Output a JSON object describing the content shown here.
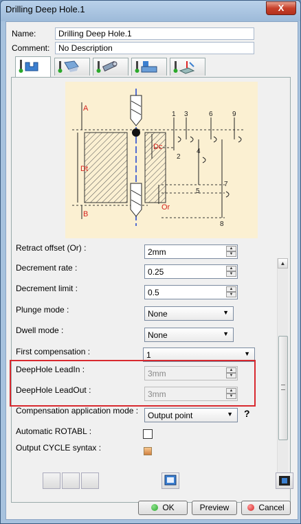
{
  "window": {
    "title": "Drilling Deep Hole.1",
    "close_label": "X"
  },
  "form": {
    "name_label": "Name:",
    "name_value": "Drilling Deep Hole.1",
    "comment_label": "Comment:",
    "comment_value": "No Description"
  },
  "tabs": [
    {
      "icon": "strategy-tab-icon"
    },
    {
      "icon": "geometry-tab-icon"
    },
    {
      "icon": "tool-tab-icon"
    },
    {
      "icon": "feeds-speeds-tab-icon"
    },
    {
      "icon": "macros-tab-icon"
    }
  ],
  "diagram": {
    "labels": {
      "a": "A",
      "b": "B",
      "dt": "Dt",
      "dc": "Dc",
      "or": "Or",
      "n1": "1",
      "n2": "2",
      "n3": "3",
      "n4": "4",
      "n5": "5",
      "n6": "6",
      "n7": "7",
      "n8": "8",
      "n9": "9"
    }
  },
  "params": {
    "retract_offset": {
      "label": "Retract offset (Or) :",
      "value": "2mm"
    },
    "decrement_rate": {
      "label": "Decrement rate :",
      "value": "0.25"
    },
    "decrement_limit": {
      "label": "Decrement limit :",
      "value": "0.5"
    },
    "plunge_mode": {
      "label": "Plunge mode :",
      "value": "None"
    },
    "dwell_mode": {
      "label": "Dwell mode :",
      "value": "None"
    },
    "first_compensation": {
      "label": "First compensation :",
      "value": "1"
    },
    "deephole_leadin": {
      "label": "DeepHole LeadIn :",
      "value": "3mm"
    },
    "deephole_leadout": {
      "label": "DeepHole LeadOut :",
      "value": "3mm"
    },
    "comp_app_mode": {
      "label": "Compensation application mode :",
      "value": "Output point",
      "help": "?"
    },
    "auto_rotabl": {
      "label": "Automatic ROTABL :"
    },
    "output_cycle": {
      "label": "Output CYCLE syntax :"
    }
  },
  "buttons": {
    "ok": "OK",
    "preview": "Preview",
    "cancel": "Cancel"
  },
  "colors": {
    "highlight": "#d8282e",
    "diagram_bg": "#fbf0d2",
    "ok_dot": "#2aa82a",
    "cancel_dot": "#d42020"
  }
}
